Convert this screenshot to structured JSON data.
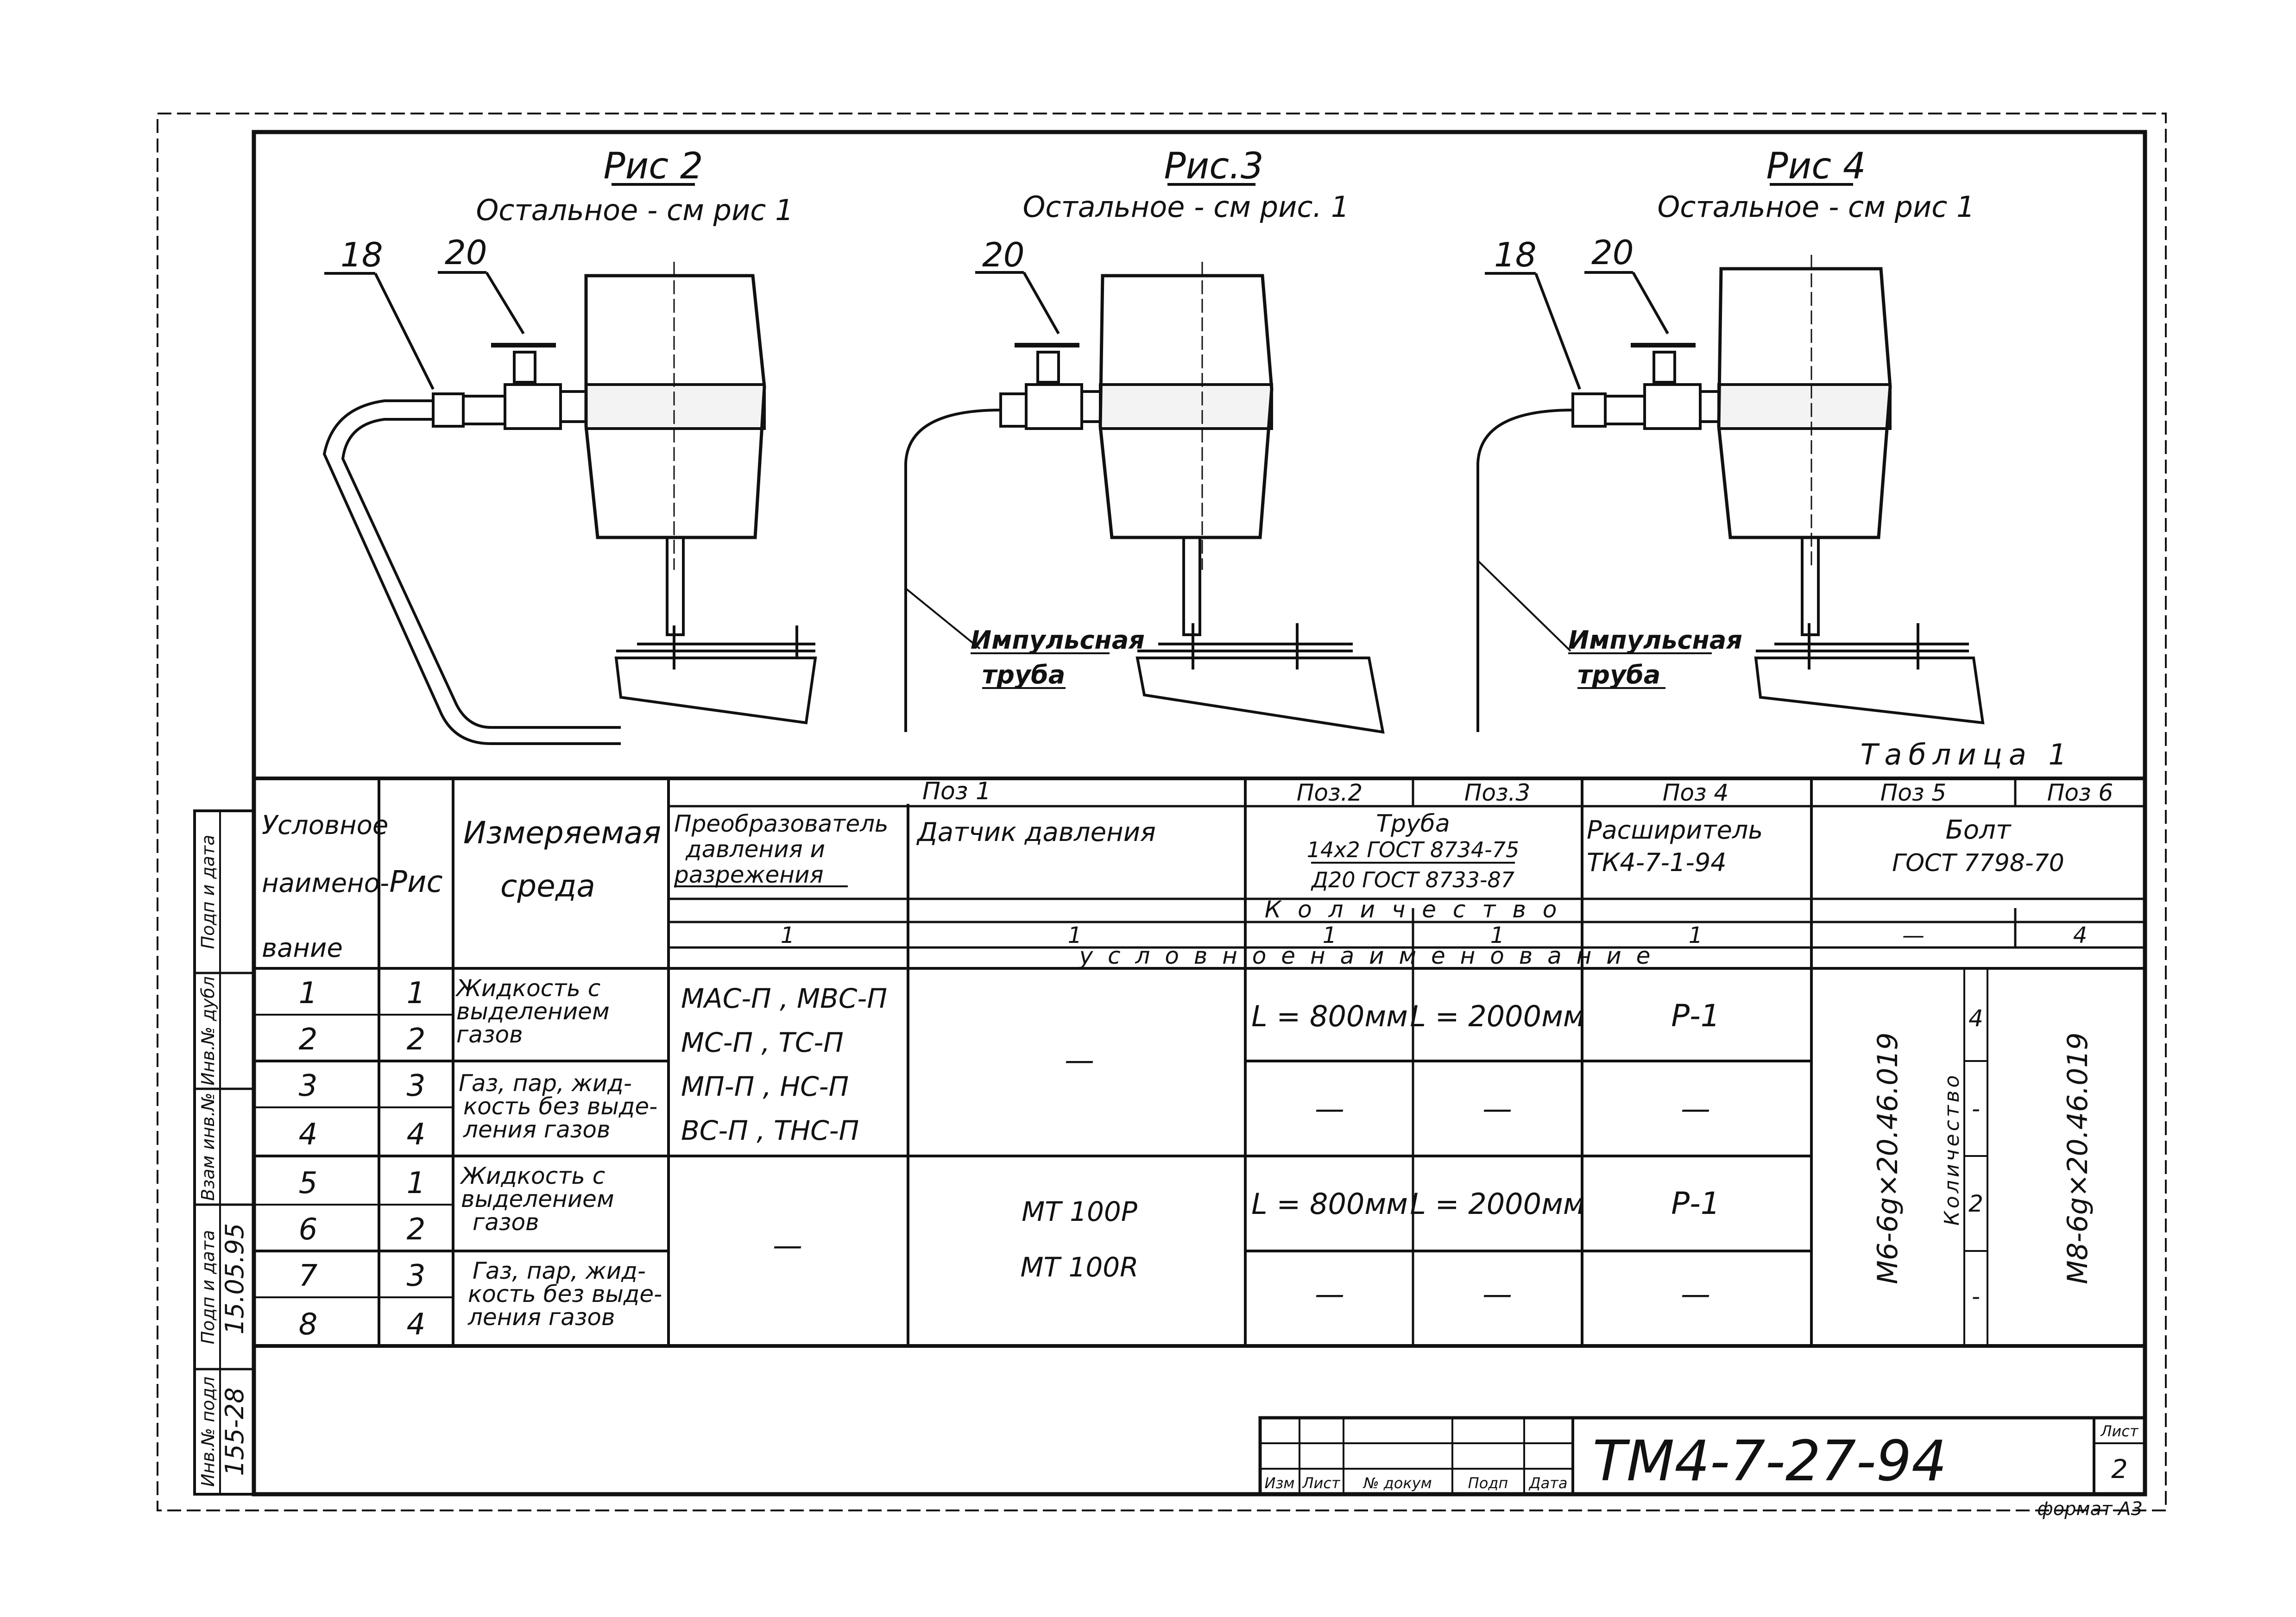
{
  "figures": [
    {
      "title": "Рис 2",
      "subtitle": "Остальное - см рис 1",
      "callouts": [
        "18",
        "20"
      ]
    },
    {
      "title": "Рис.3",
      "subtitle": "Остальное - см рис. 1",
      "callouts": [
        "20"
      ],
      "pipe_label": [
        "Импульсная",
        "труба"
      ]
    },
    {
      "title": "Рис 4",
      "subtitle": "Остальное - см рис 1",
      "callouts": [
        "18",
        "20"
      ],
      "pipe_label": [
        "Импульсная",
        "труба"
      ]
    }
  ],
  "table_caption": "Таблица 1",
  "table": {
    "head": {
      "cond_name": [
        "Условное",
        "наимено-",
        "вание"
      ],
      "ris": "Рис",
      "medium": [
        "Измеряемая",
        "среда"
      ],
      "poz1": "Поз 1",
      "poz1_a": [
        "Преобразователь",
        "давления и",
        "разрежения"
      ],
      "poz1_b": "Датчик давления",
      "poz2": "Поз.2",
      "poz3": "Поз.3",
      "poz23": [
        "Труба",
        "14х2 ГОСТ 8734-75",
        "Д20 ГОСТ 8733-87"
      ],
      "poz4": "Поз 4",
      "poz4_text": [
        "Расширитель",
        "ТК4-7-1-94"
      ],
      "poz5": "Поз 5",
      "poz6": "Поз 6",
      "poz56": [
        "Болт",
        "ГОСТ 7798-70"
      ],
      "kolichestvo": "К о л и ч е с т в о",
      "qty": [
        "1",
        "1",
        "1",
        "1",
        "1",
        "—",
        "4"
      ],
      "uslovnoe": "у с л о в н о е     н а и м е н о в а н и е"
    },
    "rows": [
      {
        "n": "1",
        "r": "1"
      },
      {
        "n": "2",
        "r": "2"
      },
      {
        "n": "3",
        "r": "3"
      },
      {
        "n": "4",
        "r": "4"
      },
      {
        "n": "5",
        "r": "1"
      },
      {
        "n": "6",
        "r": "2"
      },
      {
        "n": "7",
        "r": "3"
      },
      {
        "n": "8",
        "r": "4"
      }
    ],
    "media": [
      [
        "Жидкость с",
        "выделением",
        "газов"
      ],
      [
        "Газ, пар, жид-",
        "кость без выде-",
        "ления газов"
      ],
      [
        "Жидкость с",
        "выделением",
        "газов"
      ],
      [
        "Газ, пар, жид-",
        "кость без выде-",
        "ления газов"
      ]
    ],
    "poz1a_top": [
      "МАС-П , МВС-П",
      "МС-П , ТС-П",
      "МП-П , НС-П",
      "ВС-П , ТНС-П"
    ],
    "poz1b_bottom": [
      "МТ 100Р",
      "МТ 100R"
    ],
    "dash": "—",
    "L800": "L = 800мм",
    "L2000": "L = 2000мм",
    "P1": "Р-1",
    "bolt5": "М6-6g×20.46.019",
    "bolt6": "М8-6g×20.46.019",
    "kol_vert": "Количество",
    "kol_vals": [
      "4",
      "-",
      "2",
      "-"
    ]
  },
  "side_stamps": [
    "Подп и дата",
    "Инв.№ дубл",
    "Взам инв.№",
    "Подп и дата",
    "Инв.№ подл"
  ],
  "side_values": {
    "date": "15.05.95",
    "inv": "155-28"
  },
  "title_block": {
    "labels": [
      "Изм",
      "Лист",
      "№ докум",
      "Подп",
      "Дата"
    ],
    "code": "ТМ4-7-27-94",
    "sheet_label": "Лист",
    "sheet_no": "2",
    "format": "формат А3"
  }
}
